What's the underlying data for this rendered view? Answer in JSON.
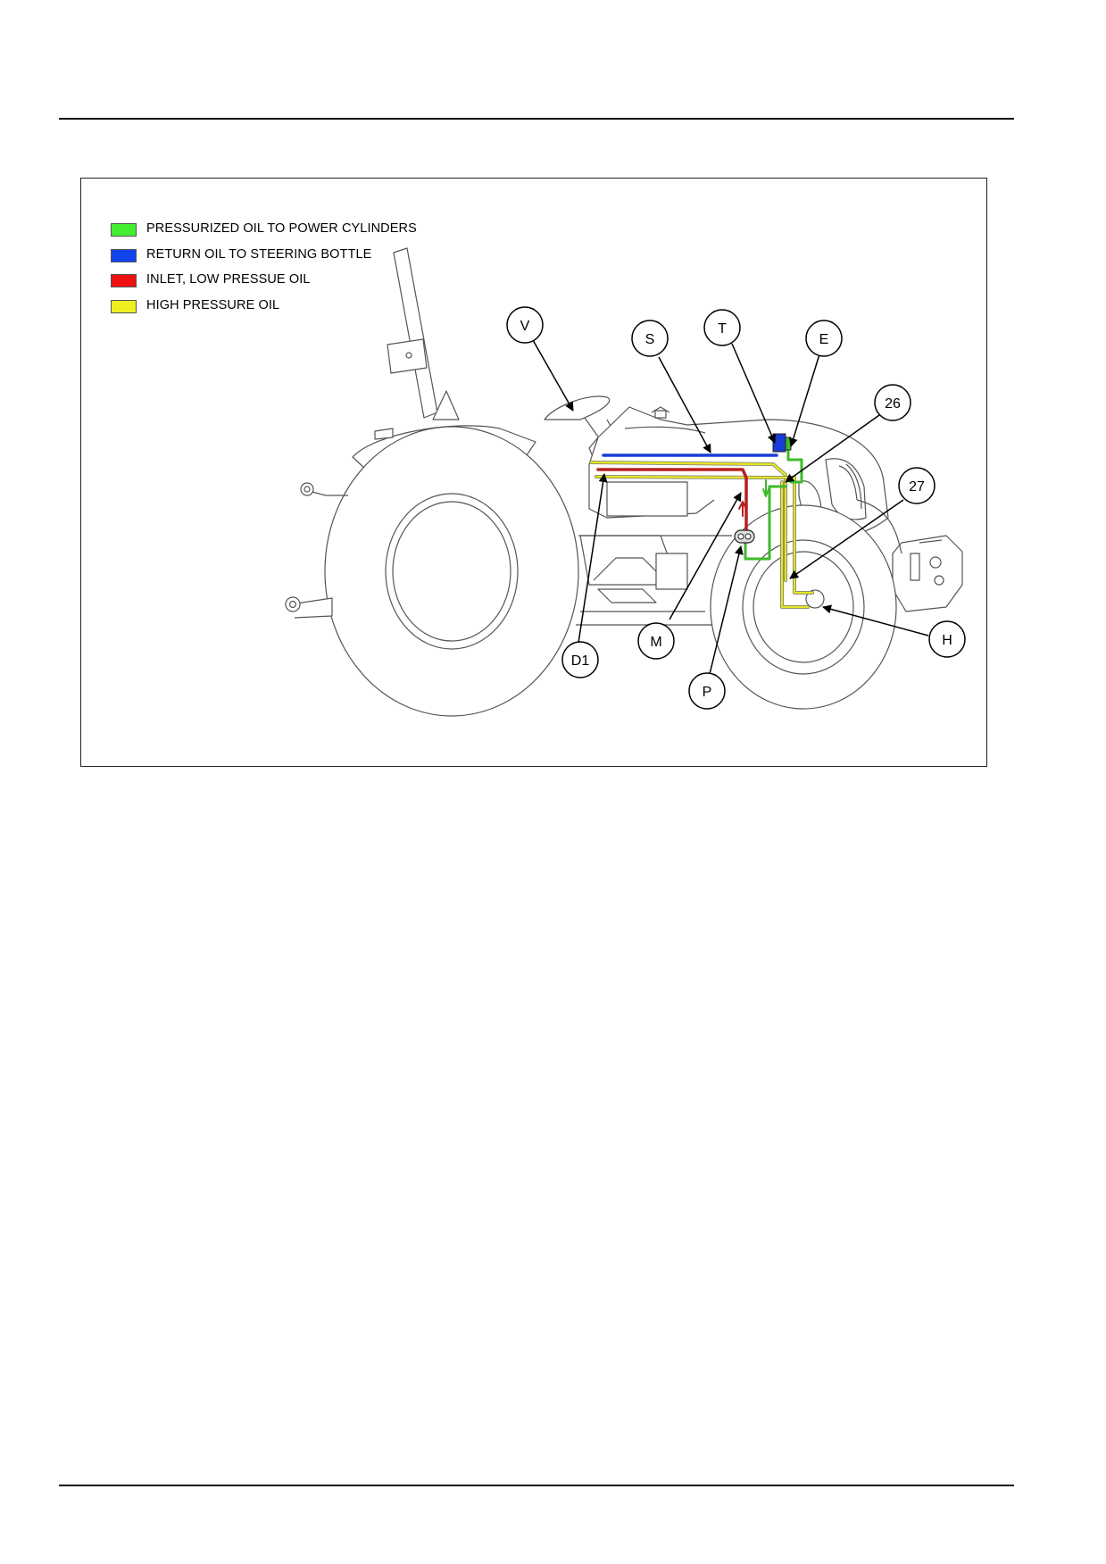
{
  "legend": [
    {
      "label": "PRESSURIZED OIL TO POWER CYLINDERS",
      "color": "#44ee33"
    },
    {
      "label": "RETURN OIL TO STEERING BOTTLE",
      "color": "#1144ee"
    },
    {
      "label": "INLET, LOW PRESSUE OIL",
      "color": "#ee1111"
    },
    {
      "label": "HIGH PRESSURE OIL",
      "color": "#eeee22"
    }
  ],
  "callouts": {
    "V": "V",
    "S": "S",
    "T": "T",
    "E": "E",
    "n26": "26",
    "n27": "27",
    "D1": "D1",
    "M": "M",
    "P": "P",
    "H": "H"
  },
  "line_colors": {
    "green": "#3dbb2a",
    "blue": "#1a3cd6",
    "red": "#b8201e",
    "yellow": "#d8d820",
    "outline": "#555555"
  }
}
